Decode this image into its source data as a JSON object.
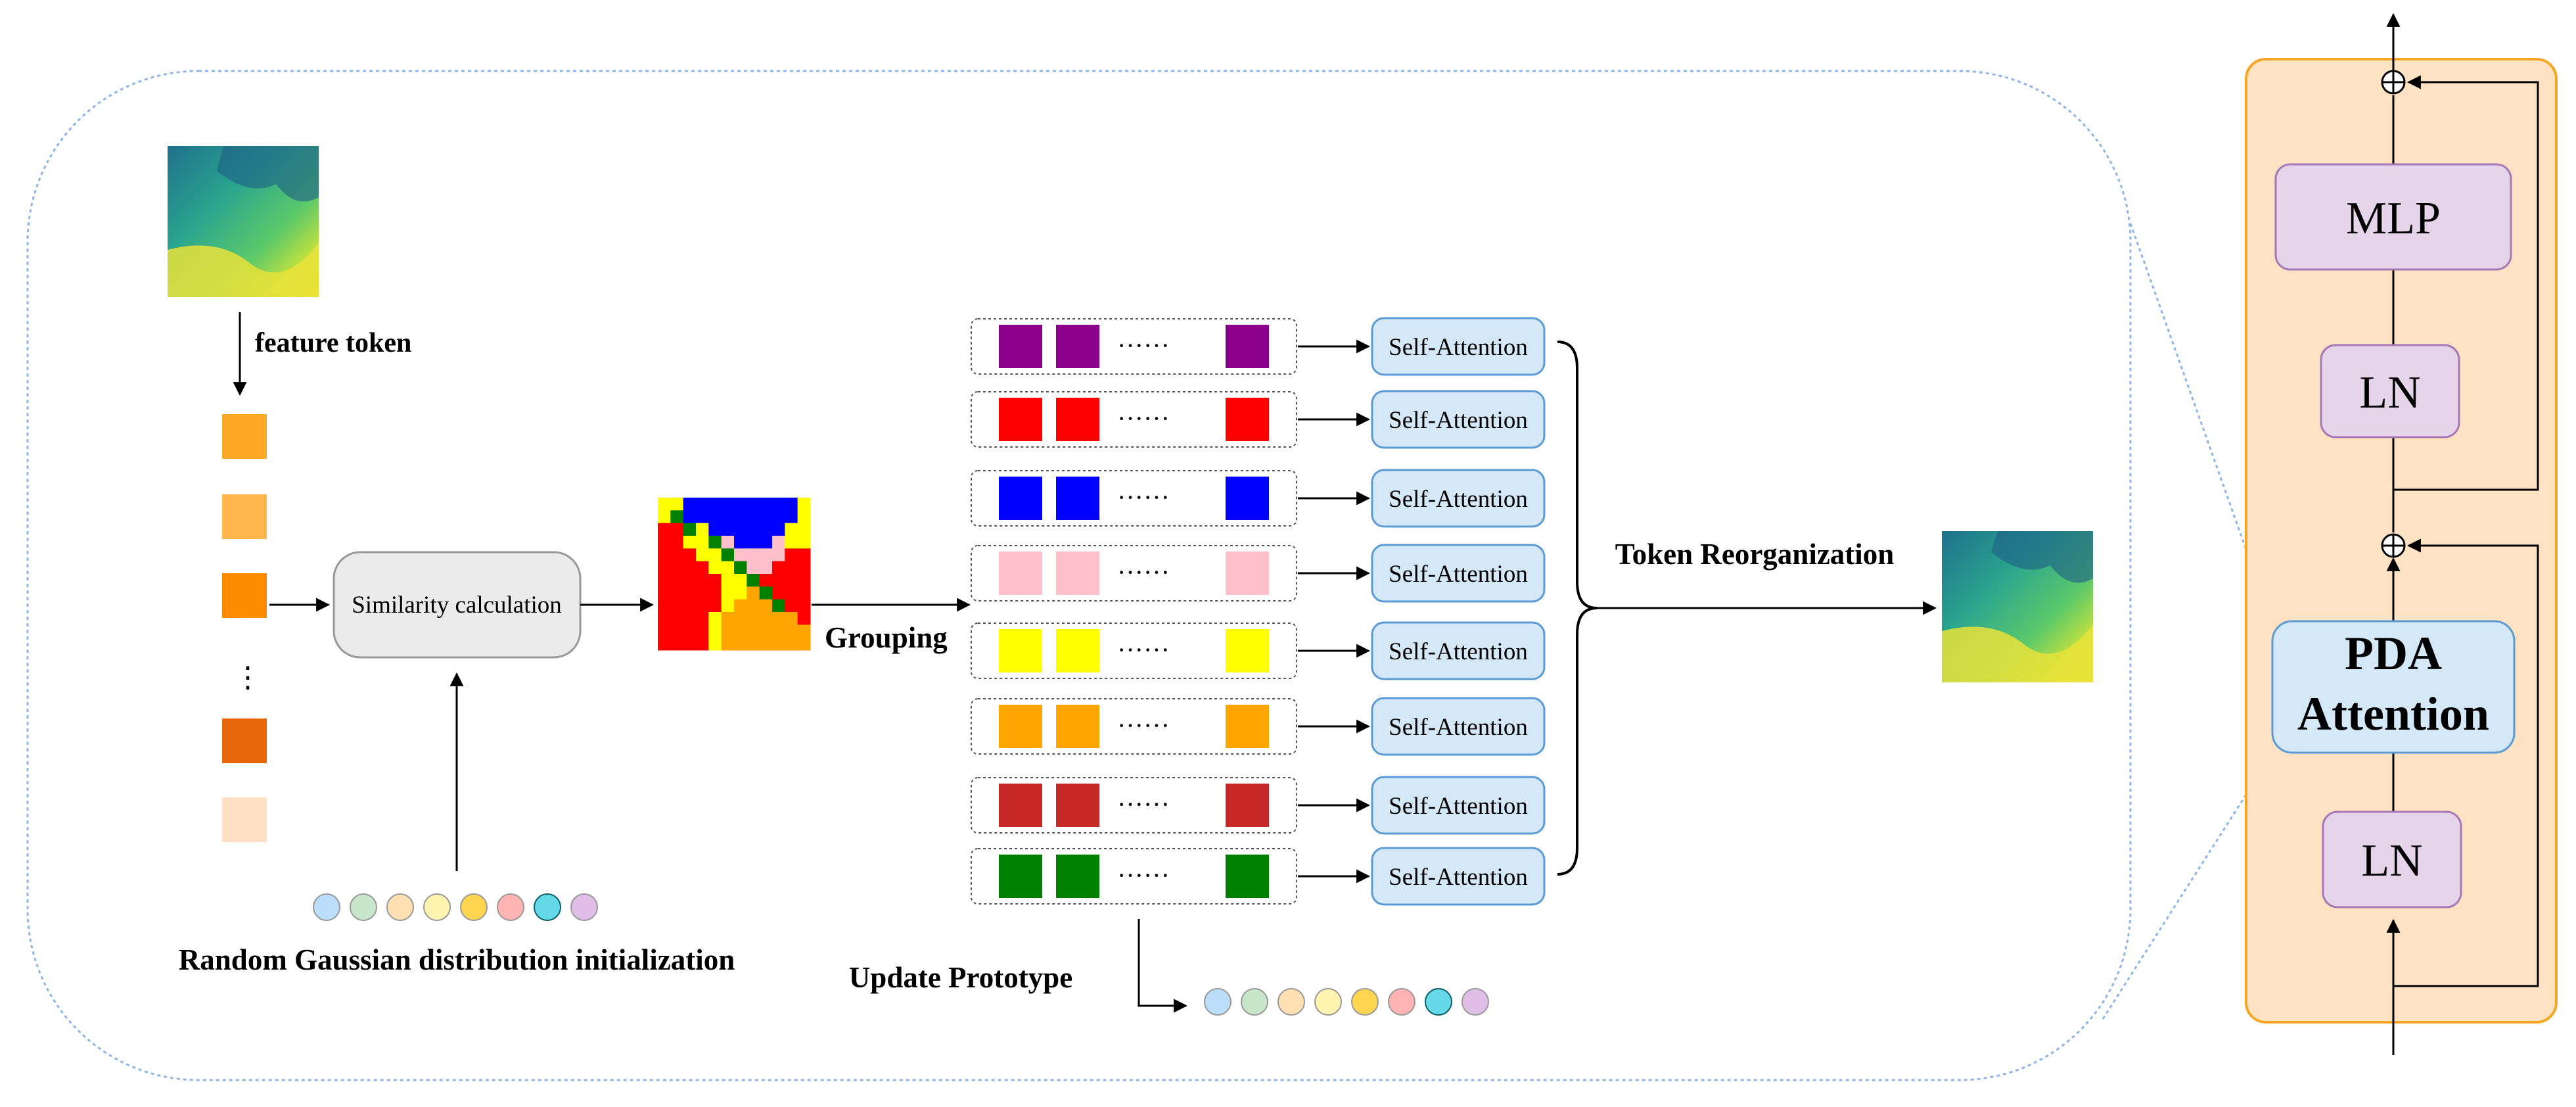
{
  "labels": {
    "feature_token": "feature token",
    "similarity": "Similarity calculation",
    "grouping": "Grouping",
    "random_init": "Random Gaussian distribution initialization",
    "update_prototype": "Update Prototype",
    "token_reorg": "Token Reorganization",
    "dots": "······",
    "vdots": "⋮"
  },
  "block": {
    "mlp": "MLP",
    "ln_top": "LN",
    "pda_line1": "PDA",
    "pda_line2": "Attention",
    "ln_bottom": "LN",
    "add_symbol": "⊕"
  },
  "groups": [
    {
      "color": "#8B008B",
      "label": "Self-Attention"
    },
    {
      "color": "#FF0000",
      "label": "Self-Attention"
    },
    {
      "color": "#0000FF",
      "label": "Self-Attention"
    },
    {
      "color": "#FFC0CB",
      "label": "Self-Attention"
    },
    {
      "color": "#FFFF00",
      "label": "Self-Attention"
    },
    {
      "color": "#FFA500",
      "label": "Self-Attention"
    },
    {
      "color": "#C62828",
      "label": "Self-Attention"
    },
    {
      "color": "#008000",
      "label": "Self-Attention"
    }
  ],
  "token_colors": [
    "#FFA726",
    "#FFB74D",
    "#FF8C00",
    "#E8670A",
    "#FFE0C2"
  ],
  "prototype_colors": [
    "#BBDEFB",
    "#C8E6C9",
    "#FFE0B2",
    "#FFF3B0",
    "#FFD54F",
    "#FFB3B3",
    "#66D9E8",
    "#E1BEE7"
  ],
  "colors": {
    "panel_fill": "#FDE3C4",
    "panel_stroke": "#F5A623",
    "mlp_fill": "#E6D4EA",
    "mlp_stroke": "#A678B5",
    "pda_fill": "#D4E8F8",
    "pda_stroke": "#5B9BD5",
    "sa_fill": "#D4E8F8",
    "sa_stroke": "#5B9BD5",
    "dashed_border": "#8FB4E6"
  }
}
